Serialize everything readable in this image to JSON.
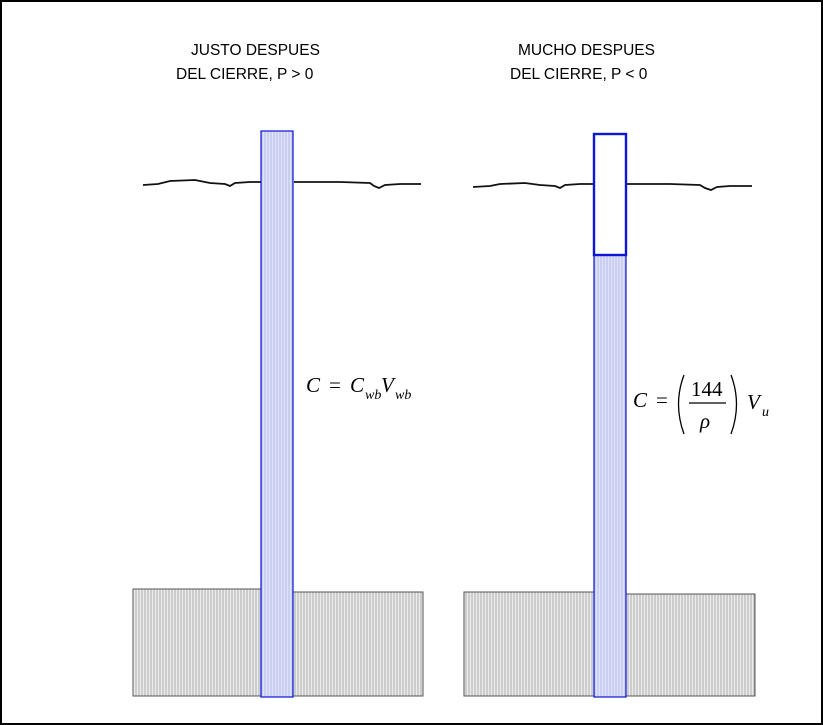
{
  "left_panel": {
    "title_line1": "JUSTO DESPUES",
    "title_line2": "DEL CIERRE, P > 0",
    "eq_lhs": "C",
    "eq_op": "=",
    "eq_c": "C",
    "eq_c_sub": "wb",
    "eq_v": "V",
    "eq_v_sub": "wb"
  },
  "right_panel": {
    "title_line1": "MUCHO DESPUES",
    "title_line2": "DEL CIERRE, P < 0",
    "eq_lhs": "C",
    "eq_op": "=",
    "eq_numerator": "144",
    "eq_denominator": "ρ",
    "eq_v": "V",
    "eq_v_sub": "u"
  },
  "colors": {
    "wellbore_fill": "#dcdff8",
    "wellbore_border": "#0b16d6",
    "formation_fill": "#e6e6e6",
    "formation_border": "#555555",
    "frame": "#000000"
  }
}
